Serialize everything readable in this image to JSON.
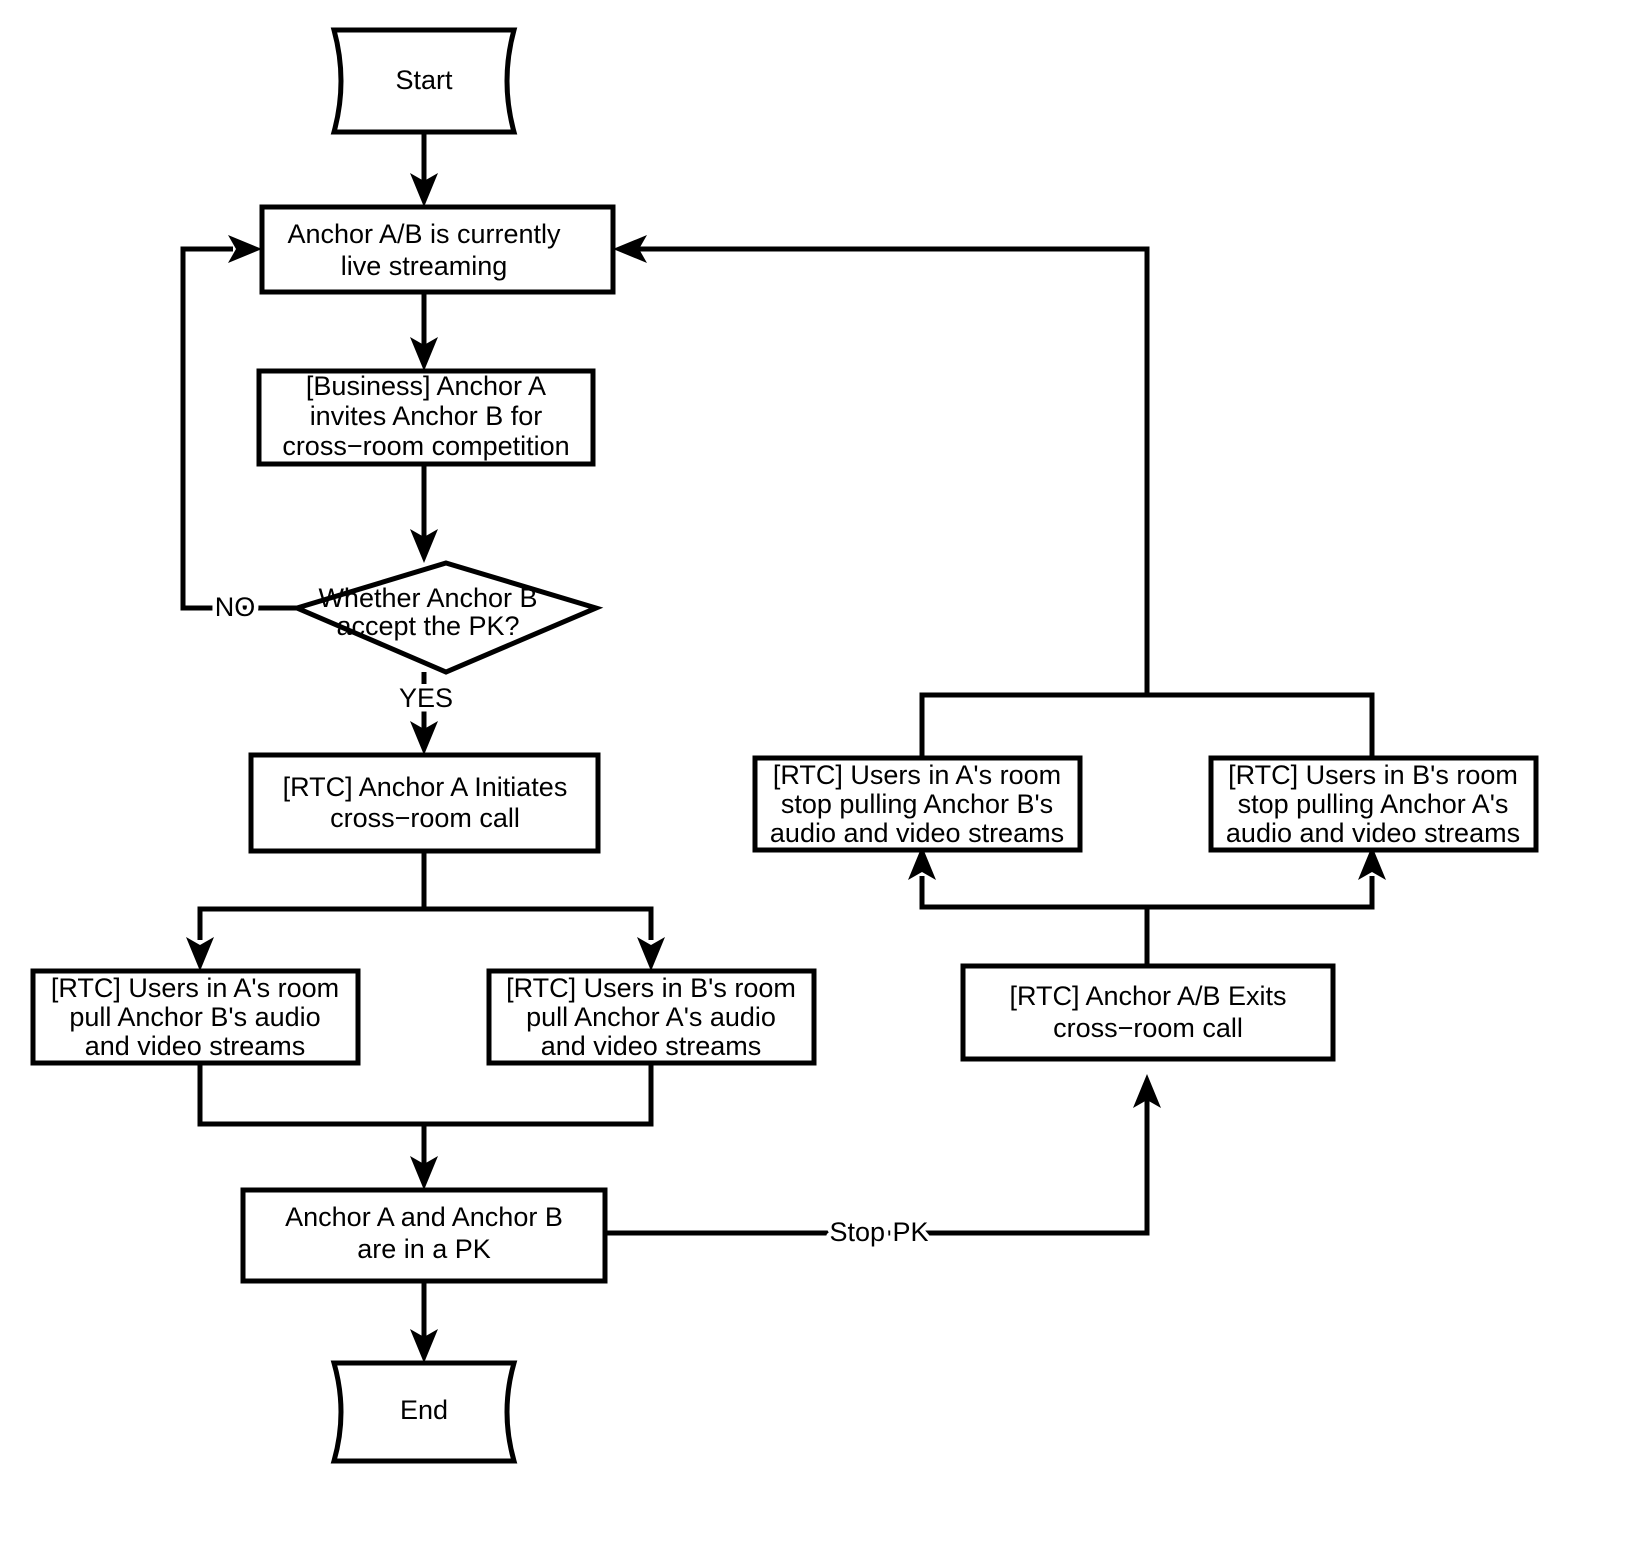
{
  "diagram": {
    "title": "Cross-room PK (competition) live streaming flow",
    "background_color": "#ffffff",
    "line_color": "#000000",
    "text_color": "#000000",
    "nodes": {
      "start": {
        "label": "Start",
        "shape": "terminator"
      },
      "live": {
        "line1": "Anchor A/B is currently",
        "line2": "live streaming",
        "shape": "process"
      },
      "invite": {
        "line1": "[Business] Anchor A",
        "line2": "invites Anchor B for",
        "line3": "cross−room competition",
        "shape": "process"
      },
      "decision": {
        "line1": "Whether Anchor B",
        "line2": "accept the PK?",
        "shape": "decision"
      },
      "initiate": {
        "line1": "[RTC] Anchor A Initiates",
        "line2": "cross−room call",
        "shape": "process"
      },
      "pull_a": {
        "line1": "[RTC] Users in A's room",
        "line2": "pull Anchor B's audio",
        "line3": "and video streams",
        "shape": "process"
      },
      "pull_b": {
        "line1": "[RTC] Users in B's room",
        "line2": "pull Anchor A's audio",
        "line3": "and video streams",
        "shape": "process"
      },
      "in_pk": {
        "line1": "Anchor A and Anchor B",
        "line2": "are in a PK",
        "shape": "process"
      },
      "end": {
        "label": "End",
        "shape": "terminator"
      },
      "exit_call": {
        "line1": "[RTC] Anchor A/B Exits",
        "line2": "cross−room call",
        "shape": "process"
      },
      "stop_a": {
        "line1": "[RTC] Users in A's room",
        "line2": "stop pulling Anchor B's",
        "line3": "audio and video streams",
        "shape": "process"
      },
      "stop_b": {
        "line1": "[RTC] Users in B's room",
        "line2": "stop pulling Anchor A's",
        "line3": "audio and video streams",
        "shape": "process"
      }
    },
    "edge_labels": {
      "no": "NO",
      "yes": "YES",
      "stop_pk": "Stop PK"
    },
    "edges": [
      {
        "from": "start",
        "to": "live",
        "label": ""
      },
      {
        "from": "live",
        "to": "invite",
        "label": ""
      },
      {
        "from": "invite",
        "to": "decision",
        "label": ""
      },
      {
        "from": "decision",
        "to": "live",
        "label": "NO"
      },
      {
        "from": "decision",
        "to": "initiate",
        "label": "YES"
      },
      {
        "from": "initiate",
        "to": "pull_a",
        "label": ""
      },
      {
        "from": "initiate",
        "to": "pull_b",
        "label": ""
      },
      {
        "from": "pull_a",
        "to": "in_pk",
        "label": ""
      },
      {
        "from": "pull_b",
        "to": "in_pk",
        "label": ""
      },
      {
        "from": "in_pk",
        "to": "end",
        "label": ""
      },
      {
        "from": "in_pk",
        "to": "exit_call",
        "label": "Stop PK"
      },
      {
        "from": "exit_call",
        "to": "stop_a",
        "label": ""
      },
      {
        "from": "exit_call",
        "to": "stop_b",
        "label": ""
      },
      {
        "from": "stop_a_stop_b_join",
        "to": "live",
        "label": ""
      }
    ]
  }
}
